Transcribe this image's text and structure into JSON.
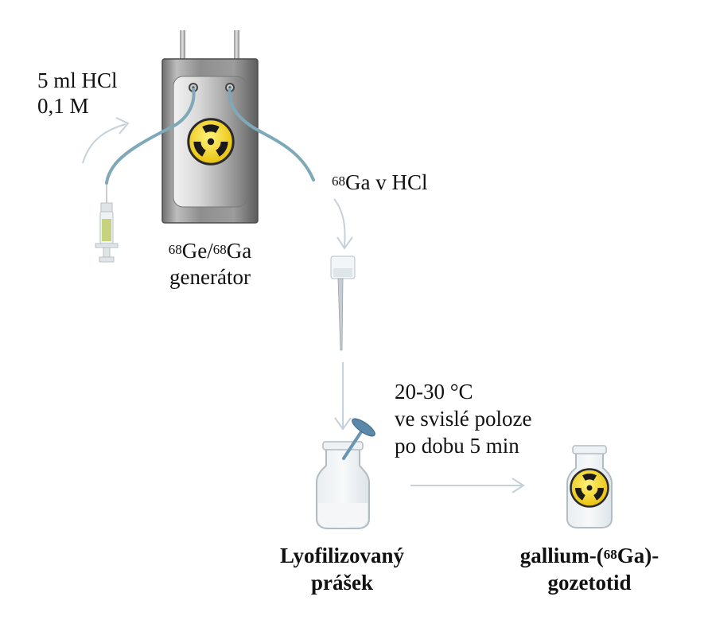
{
  "labels": {
    "hcl_line1": "5 ml HCl",
    "hcl_line2": "0,1 M",
    "ga_sup": "68",
    "ga_text": "Ga v HCl",
    "gen_sup1": "68",
    "gen_mid": "Ge/",
    "gen_sup2": "68",
    "gen_end": "Ga",
    "gen_line2": "generátor",
    "cond_line1": "20-30 °C",
    "cond_line2": "ve svislé poloze",
    "cond_line3": "po dobu 5 min",
    "powder_line1": "Lyofilizovaný",
    "powder_line2": "prášek",
    "product_pre": "gallium-(",
    "product_sup": "68",
    "product_mid": "Ga)-",
    "product_line2": "gozetotid"
  },
  "colors": {
    "tube": "#7fa9b8",
    "arrow": "#c5d1da",
    "radiation_yellow": "#f4d21a",
    "generator_body": "#9a9a9a"
  }
}
